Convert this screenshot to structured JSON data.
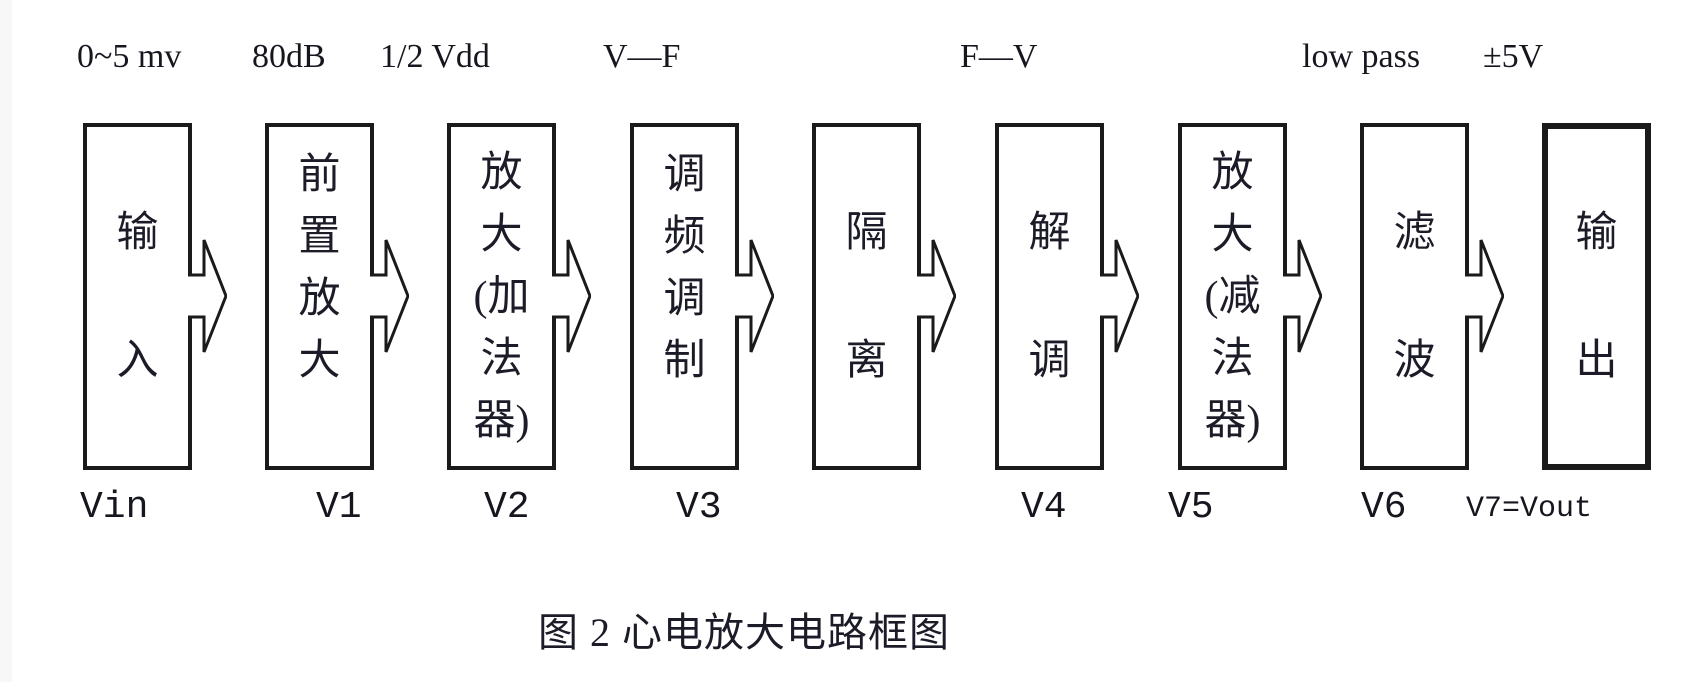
{
  "figure": {
    "caption": "图 2 心电放大电路框图",
    "colors": {
      "ink": "#1c1c28",
      "border": "#1a1a1a",
      "background": "#ffffff"
    },
    "top_labels": [
      "0~5 mv",
      "80dB",
      "1/2 Vdd",
      "V—F",
      "F—V",
      "low pass",
      "±5V"
    ],
    "bottom_labels": [
      "Vin",
      "V1",
      "V2",
      "V3",
      "V4",
      "V5",
      "V6",
      "V7=Vout"
    ],
    "blocks": [
      {
        "name": "input",
        "text": "输\n入"
      },
      {
        "name": "preamplifier",
        "text": "前\n置\n放\n大"
      },
      {
        "name": "amplifier-adder",
        "text": "放\n大\n(加\n法\n器)"
      },
      {
        "name": "fm-modulation",
        "text": "调\n频\n调\n制"
      },
      {
        "name": "isolation",
        "text": "隔\n离"
      },
      {
        "name": "demodulation",
        "text": "解\n调"
      },
      {
        "name": "amplifier-subtractor",
        "text": "放\n大\n(减\n法\n器)"
      },
      {
        "name": "filter",
        "text": "滤\n波"
      },
      {
        "name": "output",
        "text": "输\n出"
      }
    ]
  }
}
